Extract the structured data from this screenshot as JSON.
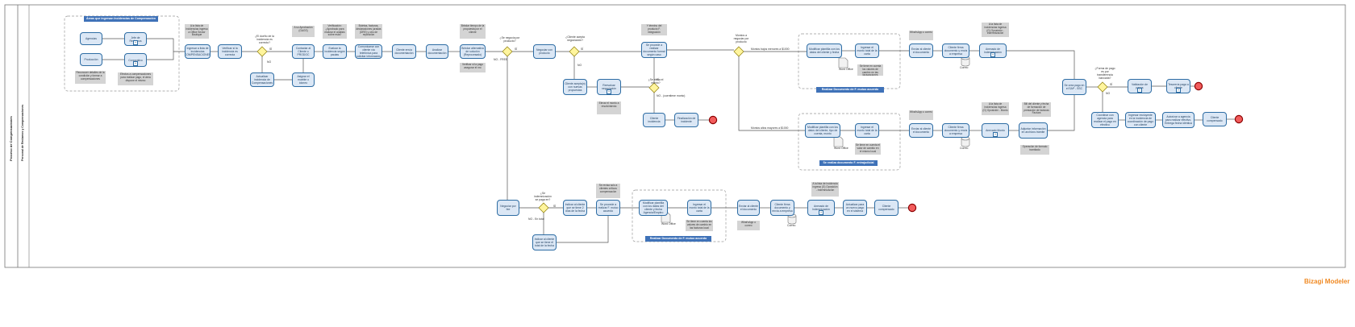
{
  "pool": {
    "title": "Proceso de Compensaciones",
    "lane": "Personal de Reclamos y Compensaciones"
  },
  "groups": {
    "intake_header": "Áreas que ingresan Incidencias de Compensación",
    "doc_f": "Realizar Documento de F. mutuo acuerdo",
    "doc_f2": "Realizar Documento de F. mutuo acuerdo",
    "doc_entrajudicial": "Se realiza documento F. entrajudicial"
  },
  "tasks": {
    "agencias": "Agencias",
    "produccion": "Producción",
    "jefe_reclamos": "Jefe de Reclamos",
    "corporativo": "Corporativo",
    "ingresar": "Ingresar a lista de incidencias COMPENSACIONES",
    "verificar": "Verificar si la incidencia es correcta",
    "actualizar": "Actualizar incidencia de Compensaciones",
    "contactar": "Contactar al Cliente o PRODOC",
    "asignar": "Asignar el mueble o idoneo",
    "evaluar": "Evaluar la incidencia según pautas",
    "comunicarse": "Comunicarse con cliente vía telefónica para solicitar información",
    "cliente_envia": "Cliente envía documentación",
    "analizar": "Analizar documentación",
    "brindar": "Brindar alternativa de solución (Reprocesado)",
    "negociar": "Negociar con producto",
    "cliente_acepta": "Cliente acepta(n) con nuevas propuestas",
    "reevaluar": "Reevaluar negociación",
    "se_procede": "Se procede a realizar documento formal según caso",
    "cliente_incidencia": "Cliente incidencia",
    "finalizacion": "Finalización de incidente",
    "modificar_plantilla": "Modificar plantilla con los datos del cliente y fecha",
    "ingresar_monto": "Ingresar el monto total de la carta",
    "enviar_doc": "Enviar al cliente el documento",
    "cliente_firma": "Cliente firma documento y envía a empresa",
    "anexado": "Anexado de Indemnización",
    "modificar_plantilla2": "Modificar plantilla con los datos del cliente, tipo de cuenta, monto",
    "ingresar_monto2": "Ingresar el monto total de la carta",
    "enviar_doc2": "Enviar al cliente el documento",
    "cliente_firma2": "Cliente firma documento y envía a empresa",
    "anexado2": "Anexado Monto",
    "adjuntar": "Adjuntar información en archivos trámite",
    "se_crea_pago": "Se crea pago en el SAP - SSC",
    "validacion": "Validación de pagos",
    "tesoreria": "Tesorería paga a cliente",
    "coordinar": "Coordinar con agencia para realizar el pago en efectivo",
    "ingresar_excl": "Ingresar excluyente en la incidencia de coordinación de pago con cliente",
    "autorizar": "Autorizar a agencia para realizar efectivo, Entrega fecha idéntica",
    "cliente_comp": "Cliente compensado",
    "negociar_fee": "Negociar por fee",
    "indicar_cliente": "Indicar al cliente que se tiene 2 días de la fecha",
    "indicar_cliente2": "Indicar al cliente que se tiene el total de la fecha",
    "se_procede2": "Se procede a realizar F. mutuo acuerdo",
    "modificar_plantilla3": "Modificar plantilla con los datos del cliente y fecha Agencia/Empleo",
    "ingresar_monto3": "Ingresar el monto total de la carta",
    "enviar3": "Enviar al cliente el documento",
    "cliente_firma3": "Cliente firma documento y envía a empresa",
    "anexado3": "Anexado de Indemnización",
    "actualizar3": "Actualizar para un nuevo pago en el sistema",
    "cliente_comp3": "Cliente compensado"
  },
  "notes": {
    "n_intake1": "Reconocer detalles de la condición y formar a compensaciones",
    "n_intake2": "Efectos a compensaciones para realizar pago, el área dispone el mismo",
    "n1": "A la lista de incidencias ingresa a Office Sector Boutique",
    "n2": "A su Aprobación (GAGS)",
    "n3": "Verificación: ¿Aprobado para realizar el análisis sobre esta?",
    "n4": "Boletas, facturas, declaraciones juradas (DRE) y otro de reposición",
    "n5": "Brindar tiempo de la propuesta por el cliente",
    "n6": "Verificar si la pago asegurar el nro",
    "n7": "Y término del producto F. integración",
    "n8": "Elevar el monto a resolvimiento",
    "n9": "What'sApp o correo",
    "n10": "A la lista de incidencias ingresa (G) Oposición - Indemnización",
    "n11": "Se tiene en cuenta los valores de cambio en las facturaciones",
    "n12": "What'sApp o correo",
    "n13": "A la lista de incidencias ingresa (G) Oposición - Monto",
    "n14": "Bill del cliente y fecha de formación de prestación de facturas Factura",
    "n15": "Operación de formato tramitado",
    "n16": "Se tiene en cuenta el valor de cambio en el mismo local",
    "n17": "Se revisa solo a clientes críticos compensación",
    "n18": "A la lista de incidencia ingresa (G) Oposición - Indemnización",
    "n19": "Se tiene en cuenta los valores de cambio en las facturas local",
    "n20": "What'sApp o correo"
  },
  "data_stores": {
    "word1": "Word Office",
    "word2": "Word Office",
    "word3": "Word Office",
    "correo1": "Correo",
    "correo2": "Correo",
    "correo3": "Correo"
  },
  "labels": {
    "q_duenio": "¿El dueño de la incidencia es correcto?",
    "si": "SÍ",
    "no": "NO",
    "q_negocia": "¿Se negocia por producto?",
    "no_fee": "NO - FREE",
    "q_acepta": "¿Cliente acepta negociación?",
    "q_monto": "¿Se eleva el monto?",
    "no_monto": "NO - (cuentiene monto)",
    "q_monto_negociar": "Montos a negociar por producto",
    "menor": "Montos bajos menores a $1000",
    "mayor": "Montos altos mayores a $1000",
    "q_pago": "¿Forma de pago es por transferencia bancaria?",
    "q_indem": "¿Se indemnización se paga en?",
    "no_total": "NO - En total"
  },
  "brand": {
    "name": "Bizagi Modeler"
  }
}
